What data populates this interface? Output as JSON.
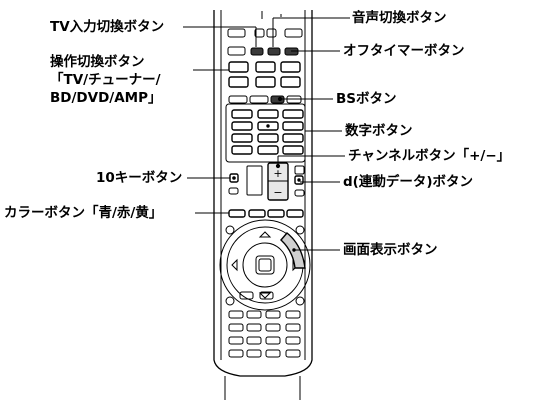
{
  "labels": {
    "tv_input": "TV入力切換ボタン",
    "op_switch_1": "操作切換ボタン",
    "op_switch_2": "「TV/チューナー/",
    "op_switch_3": "BD/DVD/AMP」",
    "ten_key": "10キーボタン",
    "color": "カラーボタン「青/赤/黄」",
    "audio": "音声切換ボタン",
    "off_timer": "オフタイマーボタン",
    "bs": "BSボタン",
    "number": "数字ボタン",
    "channel": "チャンネルボタン「+/−」",
    "d_data": "d(連動データ)ボタン",
    "screen": "画面表示ボタン"
  },
  "channel_button": {
    "plus": "+",
    "minus": "−"
  }
}
